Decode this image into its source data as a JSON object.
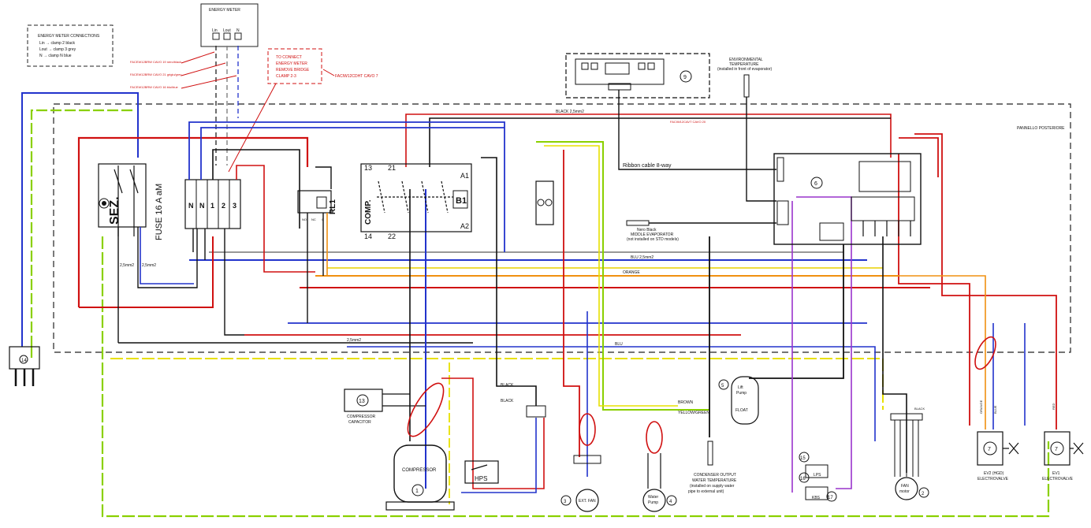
{
  "legend": {
    "title": "ENERGY METER CONNECTIONS",
    "line1": "Lin  → clamp 2  black",
    "line2": "Lout → clamp 3  grey",
    "line3": "N    → clamp N  blue"
  },
  "energy_meter": {
    "title": "ENERGY METER",
    "term_lin": "Lin",
    "term_lout": "Lout",
    "term_n": "N"
  },
  "notes": {
    "connect_note": [
      "TO CONNECT",
      "ENERGY METER",
      "REMOVE BRIDGE",
      "CLAMP 2-3"
    ],
    "cable_a": "FACEW12BRW CAVO 19 nero/black",
    "cable_b": "FACEW12BRW CAVO 21 grigio/grey",
    "cable_c": "FACEW12BRW CAVO 16 blu/blue",
    "faciw12_7": "FACIW12CDHT CAVO 7",
    "cavo_20": "FACIW12CAVT CAVO 20",
    "pannello": "PANNELLO POSTERIORE",
    "black_top": "BLACK 2,5mm2",
    "ribbon": "Ribbon cable 8-way",
    "env_temp": [
      "ENVIRONMENTAL",
      "TEMPERATURE",
      "(installed in front of evaporator)"
    ],
    "middle_evap": [
      "Nero Black",
      "MIDDLE EVAPORATOR",
      "(not installed on STD models)"
    ],
    "blu_mid": "BLU 2,5mm2",
    "orange": "ORANGE",
    "blu_low": "BLU",
    "sez_wire_a": "2,5mm2",
    "sez_wire_b": "2,5mm2",
    "bottom_wire": "2,5mm2",
    "cond_out": [
      "CONDENSER OUTPUT",
      "WATER TEMPERATURE",
      "(installed on supply water",
      "pipe to external unit)"
    ],
    "lift_pump": [
      "Lift",
      "Pump"
    ],
    "float": "FLOAT",
    "yellow_green": "YELLOW/GREEN",
    "brown": "BROWN",
    "ev2_label": [
      "EV2 (HGD)",
      "ELECTROVALVE"
    ],
    "ev1_label": [
      "EV1",
      "ELECTROVALVE"
    ],
    "comp_cap": [
      "COMPRESSOR",
      "CAPACITOR"
    ],
    "compressor": "COMPRESSOR",
    "hps": "HPS",
    "ext_fan": "EXT. FAN",
    "water_pump": [
      "Water",
      "Pump"
    ],
    "fan_motor": [
      "FAN",
      "motor"
    ],
    "lps": "LPS",
    "kbs": "KBS",
    "black_a": "BLACK",
    "black_b": "BLACK",
    "orange_v": "ORANGE",
    "blue_v": "BLUE",
    "red_v": "RED",
    "black_v": "BLACK"
  },
  "components": {
    "sez": "SEZ.",
    "fuse": "FUSE 16 A aM",
    "terminal_n1": "N",
    "terminal_n2": "N",
    "terminal_1": "1",
    "terminal_2": "2",
    "terminal_3": "3",
    "rl1": "RL1",
    "rl_no": "NO",
    "rl_nc": "NC",
    "rl_c": "C",
    "comp": "COMP.",
    "c13": "13",
    "c21": "21",
    "c14": "14",
    "c22": "22",
    "a1": "A1",
    "b1": "B1",
    "a2": "A2",
    "board_id": "6",
    "display_id": "9",
    "plug_id": "14",
    "cap_id": "13",
    "comp_id": "1",
    "fan_id": "3",
    "pump_id": "4",
    "lift_id": "5",
    "fanmotor_id": "2",
    "lps_id": "15",
    "lps_id2": "16",
    "kbs_id": "17",
    "ev2_id": "7",
    "ev1_id": "7"
  }
}
